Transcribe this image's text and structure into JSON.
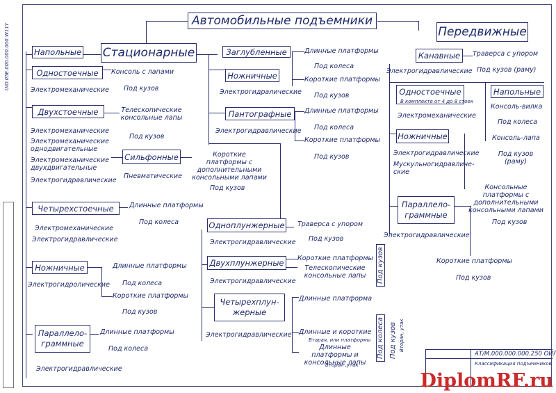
{
  "doc_code": "UIO.05E.000.000.000.W11Y",
  "root": "Автомобильные подъемники",
  "stationary": {
    "label": "Стационарные",
    "floor": "Напольные",
    "single_post": {
      "label": "Одностоечные",
      "drive": "Электромеханические",
      "lift": "Консоль с лапами",
      "lift_sub": "Под кузов"
    },
    "two_post": {
      "label": "Двухстоечные",
      "drives": [
        "Электромеханические",
        "Электромеханические однодвигательные",
        "Электромеханические двухдвигательные",
        "Электрогидравлические"
      ],
      "lift": "Телескопические консольные лапы",
      "lift_sub": "Под кузов"
    },
    "bellows": {
      "label": "Сильфонные",
      "drive": "Пневматические",
      "lift": "Короткие платформы с дополнительными консольными лапами",
      "lift_sub": "Под кузов"
    },
    "four_post": {
      "label": "Четырехстоечные",
      "drives": [
        "Электромеханические",
        "Электрогидравлические"
      ],
      "lift": "Длинные платформы",
      "lift_sub": "Под колеса"
    },
    "scissor": {
      "label": "Ножничные",
      "drive": "Электрогидролические",
      "lift_long": "Длинные платформы",
      "lift_long_sub": "Под колеса",
      "lift_short": "Короткие платформы",
      "lift_short_sub": "Под кузов"
    },
    "parallelogram": {
      "label": "Параллело-граммные",
      "drive": "Электрогидравлические",
      "lift": "Длинные платформы",
      "lift_sub": "Под колеса"
    },
    "recessed": {
      "label": "Заглубленные",
      "lift_long": "Длинные платформы",
      "lift_long_sub": "Под колеса",
      "lift_short": "Короткие платформы",
      "lift_short_sub": "Под кузов",
      "scissor": {
        "label": "Ножничные",
        "drive": "Электрогидралические"
      },
      "pantograph": {
        "label": "Пантографные",
        "drive": "Электрогидравлические",
        "lift_long": "Длинные платформы",
        "lift_long_sub": "Под колеса",
        "lift_short": "Короткие платформы",
        "lift_short_sub": "Под кузов"
      },
      "one_plunger": {
        "label": "Одноплунжерные",
        "drive": "Электрогидравлические",
        "lift": "Траверса с упором",
        "lift_sub": "Под кузов"
      },
      "two_plunger": {
        "label": "Двухплунжерные",
        "drive": "Электрогидравлические",
        "lift_a": "Короткие платформы",
        "lift_b": "Телескопические консольные лапы",
        "side": "Под кузов"
      },
      "four_plunger": {
        "label": "Четырехплун-жерные",
        "drive": "Электрогидравлические",
        "lift_a": "Длинные платформа",
        "lift_b": "Длинные и короткие",
        "lift_b_note": "Втарая, или платформы",
        "lift_c": "Длинные платформы и консольные лапы",
        "lift_c_note": "Второй ,утак",
        "side_a": "Под колеса",
        "side_b": "Под кузов",
        "side_note": "Вторан, утак"
      }
    }
  },
  "mobile": {
    "label": "Передвижные",
    "pit": {
      "label": "Канавные",
      "drive": "Электрогидравлические",
      "lift": "Траверса с упором",
      "lift_sub": "Под кузов (раму)"
    },
    "single_post": {
      "label": "Одностоечные",
      "note": "В комплекте от 4 до 8 стоек",
      "drive": "Электромеханические"
    },
    "floor": {
      "label": "Напольные",
      "lift_a": "Консоль-вилка",
      "lift_a_sub": "Под колеса",
      "lift_b": "Консоль-лапа",
      "lift_b_sub": "Под кузов (раму)"
    },
    "scissor": {
      "label": "Ножничные",
      "drive_a": "Электрогидравлические",
      "drive_b": "Мускульногидравличе-ские"
    },
    "cantilever": {
      "label": "Консольные платформы с дополнительными консольными лапами",
      "sub": "Под кузов"
    },
    "parallelogram": {
      "label": "Параллело-граммные",
      "drive": "Электрогидравлические",
      "lift": "Короткие платформы",
      "lift_sub": "Под кузов"
    }
  },
  "stamp": {
    "code": "АТ/М.000.000.000.250 ОИЛ",
    "title": "Классификация подъемников"
  },
  "watermark": {
    "prefix": "Diplom",
    "mid": "RF",
    "suffix": ".ru"
  }
}
